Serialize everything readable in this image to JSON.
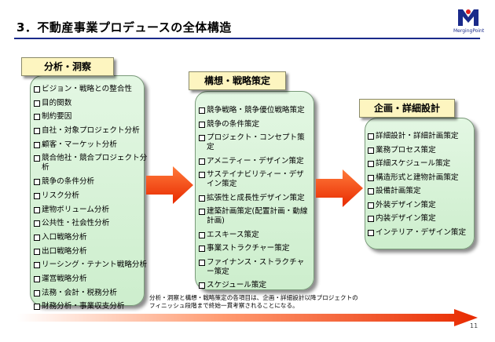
{
  "header": {
    "title": "3．不動産事業プロデュースの全体構造",
    "logo_text": "MergingPoint",
    "colors": {
      "rule": "#1a2a8a",
      "logo": "#1a2a8a",
      "arrow": "#ff3300"
    }
  },
  "panels": [
    {
      "label": "分析・洞察",
      "items": [
        "ビジョン・戦略との整合性",
        "目的関数",
        "制約要因",
        "自社・対象プロジェクト分析",
        "顧客・マーケット分析",
        "競合他社・競合プロジェクト分析",
        "競争の条件分析",
        "リスク分析",
        "建物ボリューム分析",
        "公共性・社会性分析",
        "入口戦略分析",
        "出口戦略分析",
        "リーシング・テナント戦略分析",
        "運営戦略分析",
        "法務・会計・税務分析",
        "財務分析・事業収支分析"
      ]
    },
    {
      "label": "構想・戦略策定",
      "items": [
        "競争戦略・競争優位戦略策定",
        "競争の条件策定",
        "プロジェクト・コンセプト策定",
        "アメニティー・デザイン策定",
        "サステイナビリティー・デザイン策定",
        "拡張性と成長性デザイン策定",
        "建築計画策定(配置計画・動線計画)",
        "エスキース策定",
        "事業ストラクチャー策定",
        "ファイナンス・ストラクチャー策定",
        "スケジュール策定"
      ]
    },
    {
      "label": "企画・詳細設計",
      "items": [
        "詳細設計・詳細計画策定",
        "業務プロセス策定",
        "詳細スケジュール策定",
        "構造形式と建物計画策定",
        "設備計画策定",
        "外装デザイン策定",
        "内装デザイン策定",
        "インテリア・デザイン策定"
      ]
    }
  ],
  "footnote": "分析・洞察と構想・戦略策定の各項目は、企画・詳細設計以降プロジェクトのフィニッシュ段階まで終始一貫考察されることになる。",
  "page_number": "11"
}
